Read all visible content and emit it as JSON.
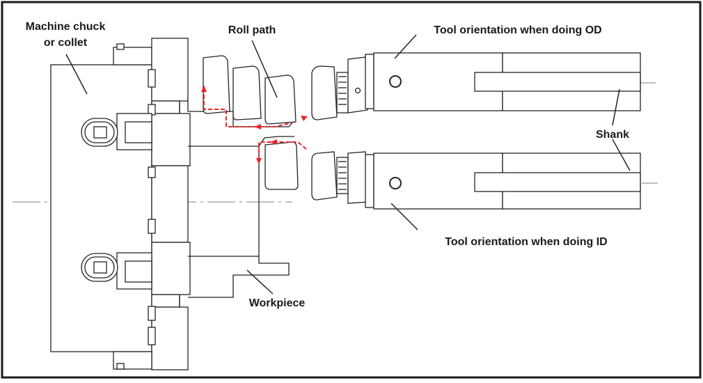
{
  "labels": {
    "chuck_line1": "Machine chuck",
    "chuck_line2": "or collet",
    "roll_path": "Roll path",
    "tool_od": "Tool orientation when doing OD",
    "shank": "Shank",
    "tool_id": "Tool orientation when doing ID",
    "workpiece": "Workpiece"
  },
  "colors": {
    "frame": "#1a1a1a",
    "line": "#222222",
    "path": "#e8262a",
    "centerline": "#555555"
  }
}
